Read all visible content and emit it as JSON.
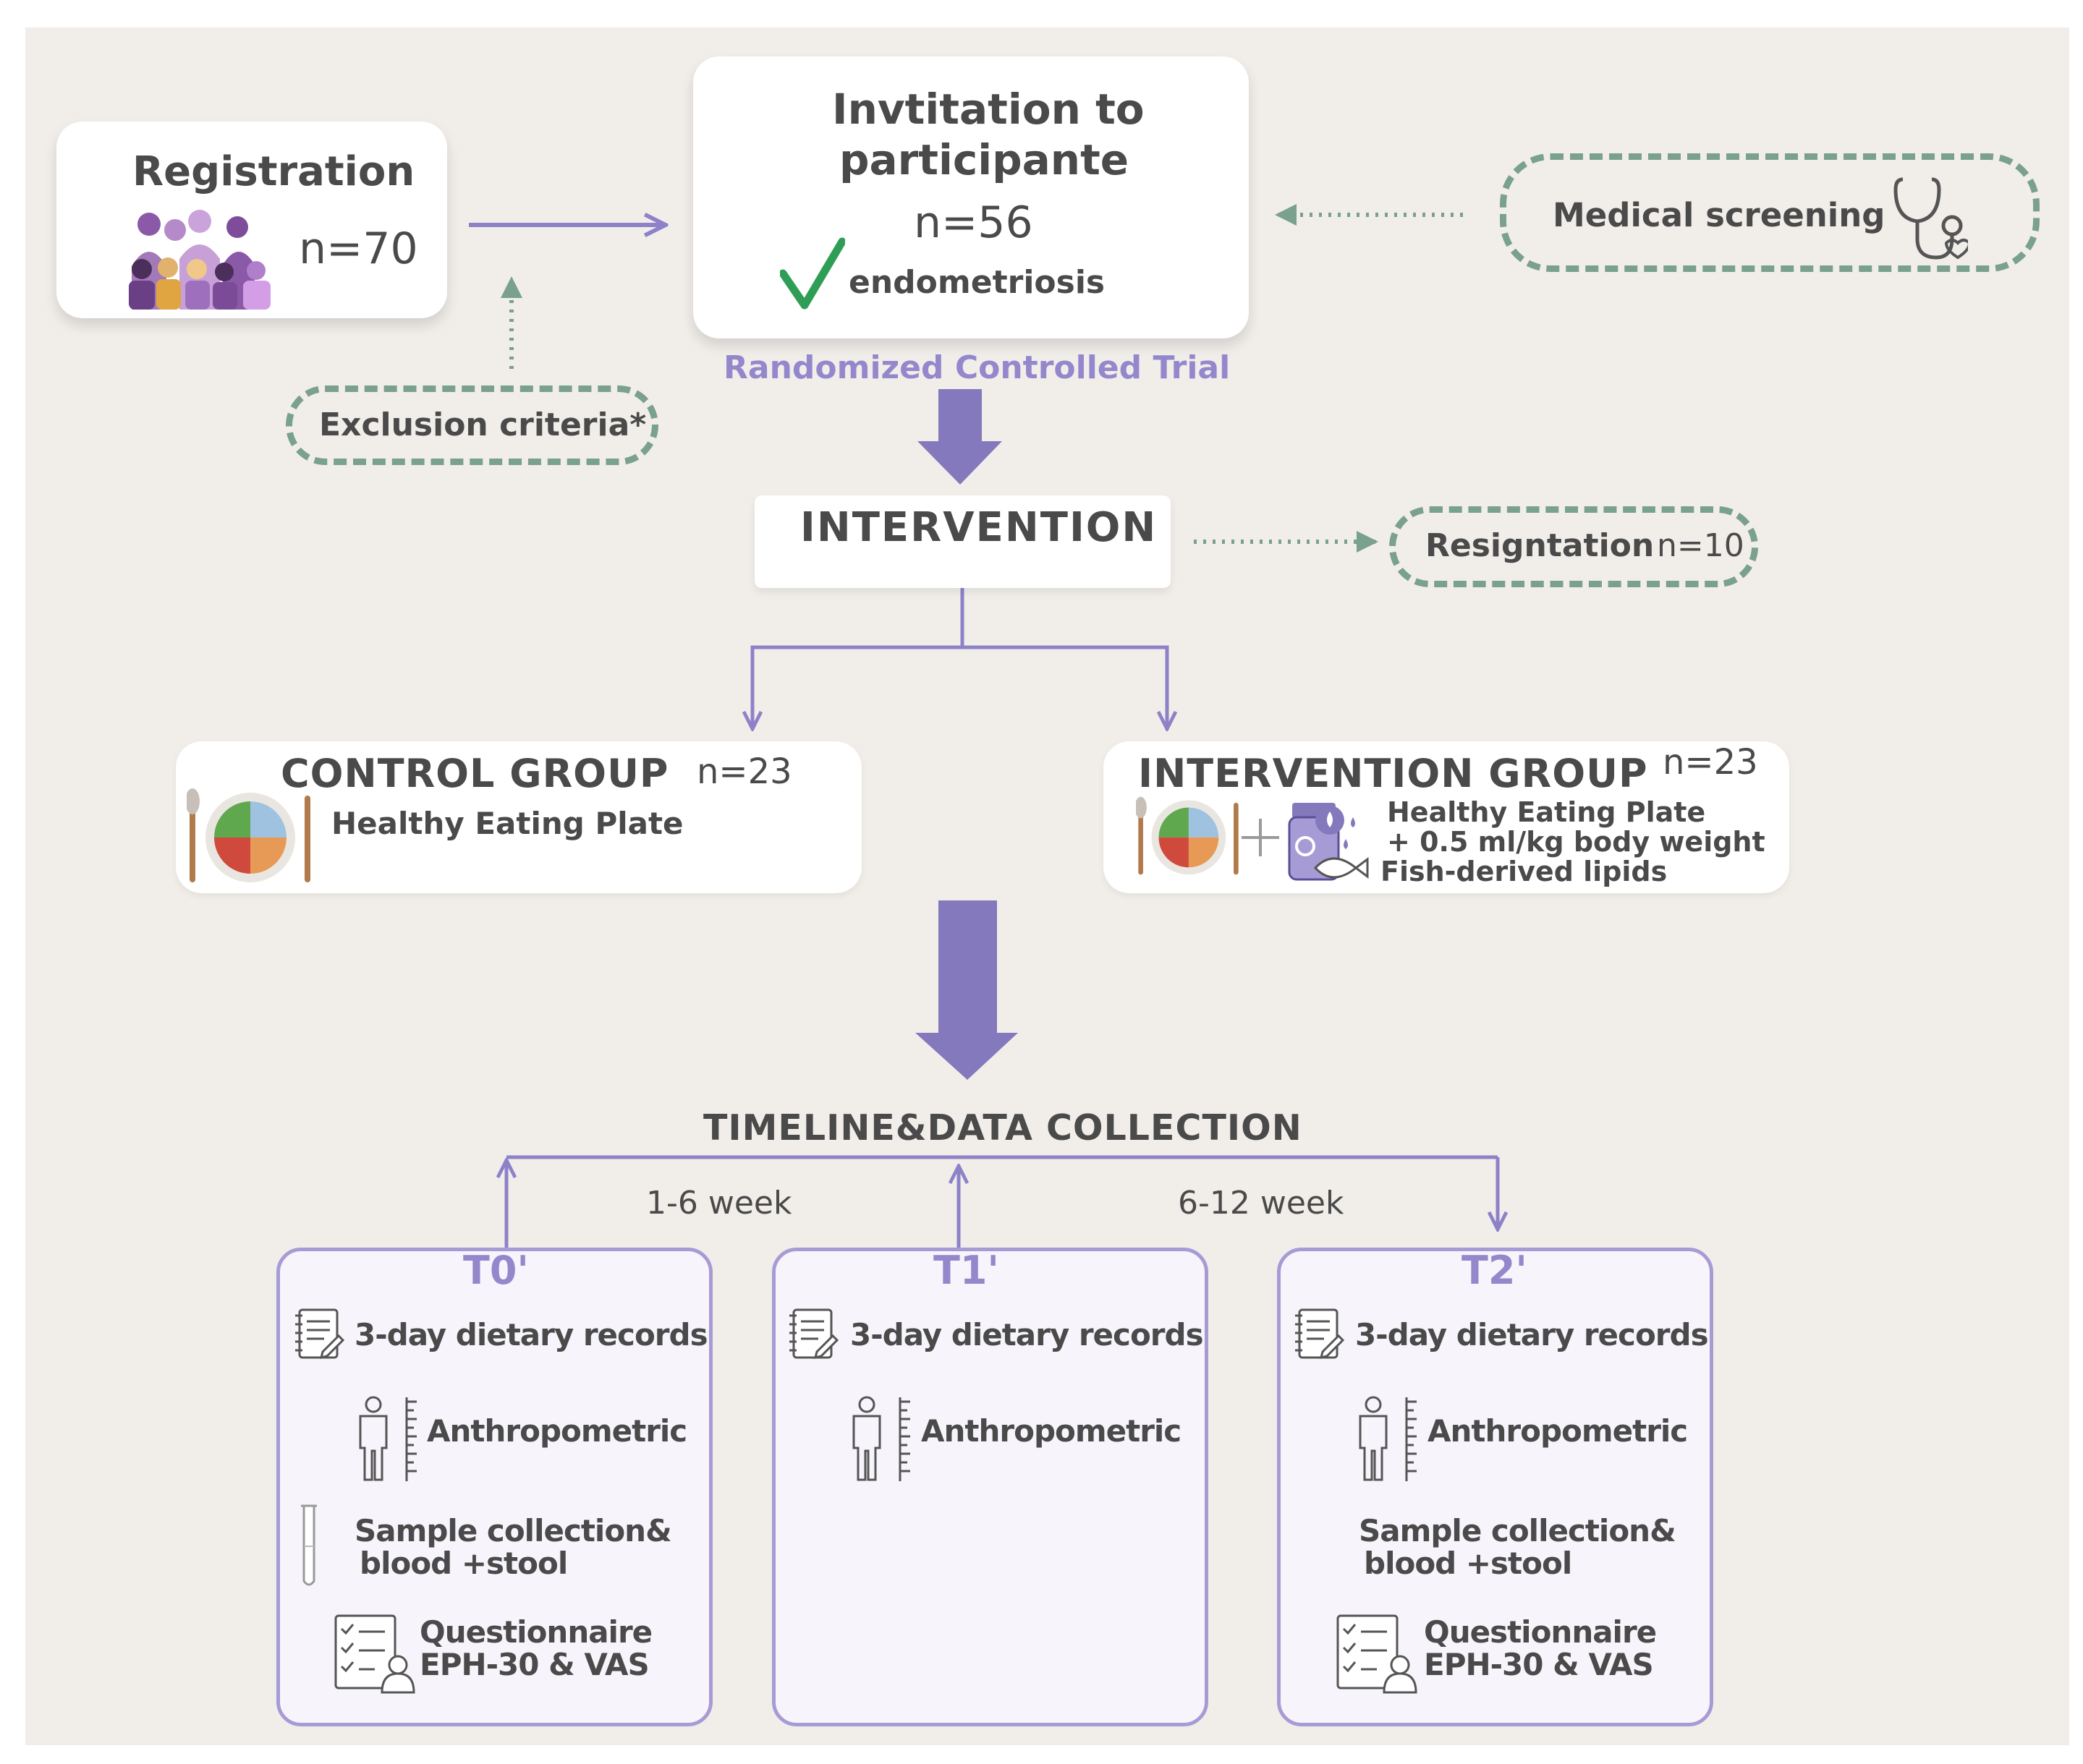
{
  "registration": {
    "title": "Registration",
    "n": "n=70",
    "icon": "people-group-icon"
  },
  "invitation": {
    "title_line1": "Invtitation to",
    "title_line2": "participante",
    "n": "n=56",
    "criterion": "endometriosis",
    "icon": "check-mark-icon",
    "check_color": "#2e9e57"
  },
  "medical_screening": {
    "label": "Medical screening",
    "icon": "stethoscope-icon"
  },
  "exclusion": {
    "label": "Exclusion criteria*"
  },
  "rct_label": "Randomized Controlled Trial",
  "intervention": {
    "label": "INTERVENTION"
  },
  "resignation": {
    "label": "Resigntation",
    "n": "n=10"
  },
  "control_group": {
    "title": "CONTROL GROUP",
    "n": "n=23",
    "desc": "Healthy Eating Plate",
    "icon": "plate-icon"
  },
  "intervention_group": {
    "title": "INTERVENTION GROUP",
    "n": "n=23",
    "line1": "Healthy Eating Plate",
    "line2": "+ 0.5 ml/kg body weight",
    "line3": "Fish-derived lipids",
    "icons": [
      "plate-icon",
      "plus-icon",
      "fish-oil-icon"
    ]
  },
  "timeline": {
    "title": "TIMELINE&DATA COLLECTION",
    "interval1": "1-6 week",
    "interval2": "6-12 week",
    "t0": {
      "label": "T0'",
      "dietary": "3-day dietary records",
      "anthro": "Anthropometric",
      "sample_line1": "Sample collection&",
      "sample_line2": "blood +stool",
      "quest_line1": "Questionnaire",
      "quest_line2": "EPH-30 & VAS"
    },
    "t1": {
      "label": "T1'",
      "dietary": "3-day dietary records",
      "anthro": "Anthropometric"
    },
    "t2": {
      "label": "T2'",
      "dietary": "3-day dietary records",
      "anthro": "Anthropometric",
      "sample_line1": "Sample collection&",
      "sample_line2": "blood +stool",
      "quest_line1": "Questionnaire",
      "quest_line2": "EPH-30 & VAS"
    }
  },
  "colors": {
    "background": "#f1eeea",
    "arrow_purple": "#8479bd",
    "line_purple": "#8d82c8",
    "dash_green": "#7aa08e",
    "label_purple": "#9488cc"
  }
}
